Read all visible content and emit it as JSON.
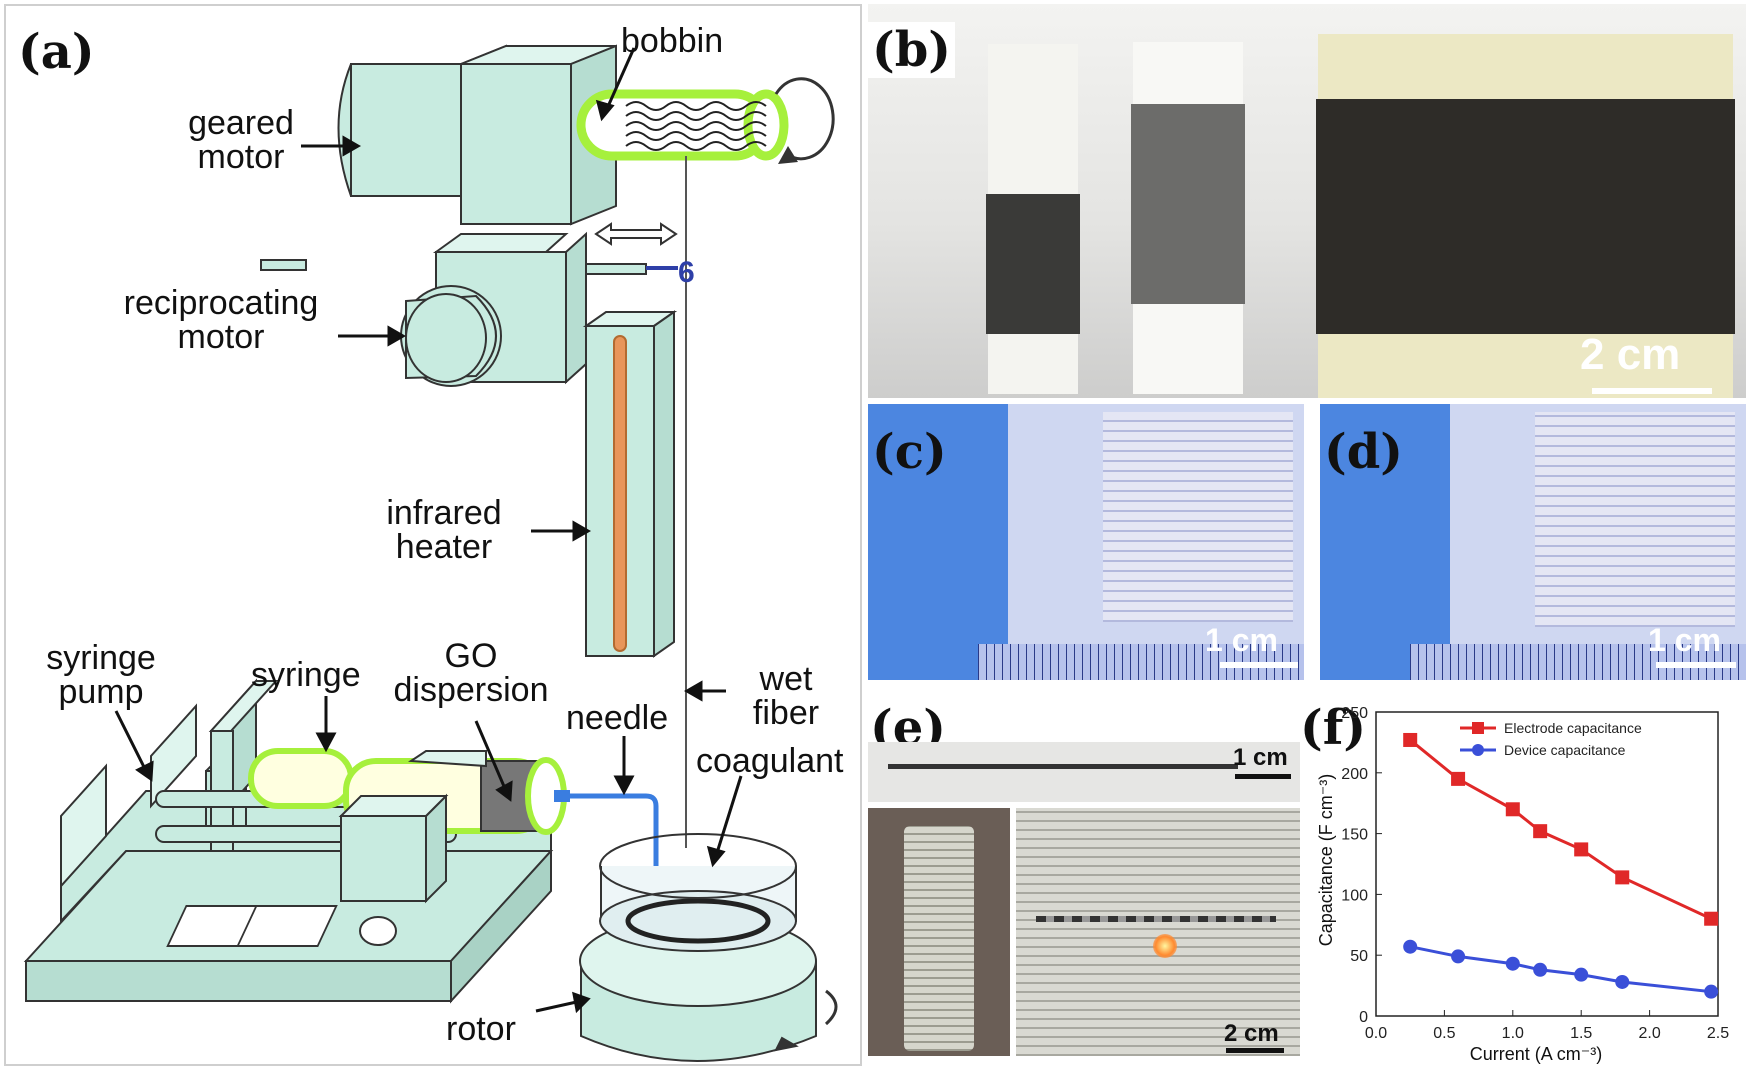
{
  "panels": {
    "a": {
      "letter": "(a)",
      "labels": {
        "bobbin": "bobbin",
        "geared_motor": [
          "geared",
          "motor"
        ],
        "reciprocating_motor": [
          "reciprocating",
          "motor"
        ],
        "infrared_heater": [
          "infrared",
          "heater"
        ],
        "syringe_pump": [
          "syringe",
          "pump"
        ],
        "syringe": "syringe",
        "go_dispersion": [
          "GO",
          "dispersion"
        ],
        "needle": "needle",
        "wet_fiber": [
          "wet",
          "fiber"
        ],
        "coagulant": "coagulant",
        "rotor": "rotor"
      }
    },
    "b": {
      "letter": "(b)",
      "scale": "2 cm"
    },
    "c": {
      "letter": "(c)",
      "scale": "1 cm"
    },
    "d": {
      "letter": "(d)",
      "scale": "1 cm"
    },
    "e": {
      "letter": "(e)",
      "scale_top": "1 cm",
      "scale_bottom": "2 cm"
    },
    "f": {
      "letter": "(f)"
    }
  },
  "colors": {
    "machine_fill": "#c8ebe0",
    "bobbin_green": "#a6f03c",
    "heater_orange": "#e8955a",
    "fiber_blue": "#3a7de0",
    "electrode_red": "#e02828",
    "device_blue": "#3a4fd8"
  },
  "chart_data": {
    "type": "line",
    "xlabel": "Current (A cm⁻³)",
    "ylabel": "Capacitance (F cm⁻³)",
    "xlim": [
      0.0,
      2.5
    ],
    "ylim": [
      0,
      250
    ],
    "xticks": [
      "0.0",
      "0.5",
      "1.0",
      "1.5",
      "2.0",
      "2.5"
    ],
    "yticks": [
      "0",
      "50",
      "100",
      "150",
      "200",
      "250"
    ],
    "legend_position": "top-right",
    "series": [
      {
        "name": "Electrode capacitance",
        "color": "#e02828",
        "marker": "square",
        "x": [
          0.25,
          0.6,
          1.0,
          1.2,
          1.5,
          1.8,
          2.45
        ],
        "y": [
          227,
          195,
          170,
          152,
          137,
          114,
          80
        ]
      },
      {
        "name": "Device capacitance",
        "color": "#3a4fd8",
        "marker": "circle",
        "x": [
          0.25,
          0.6,
          1.0,
          1.2,
          1.5,
          1.8,
          2.45
        ],
        "y": [
          57,
          49,
          43,
          38,
          34,
          28,
          20
        ]
      }
    ]
  }
}
